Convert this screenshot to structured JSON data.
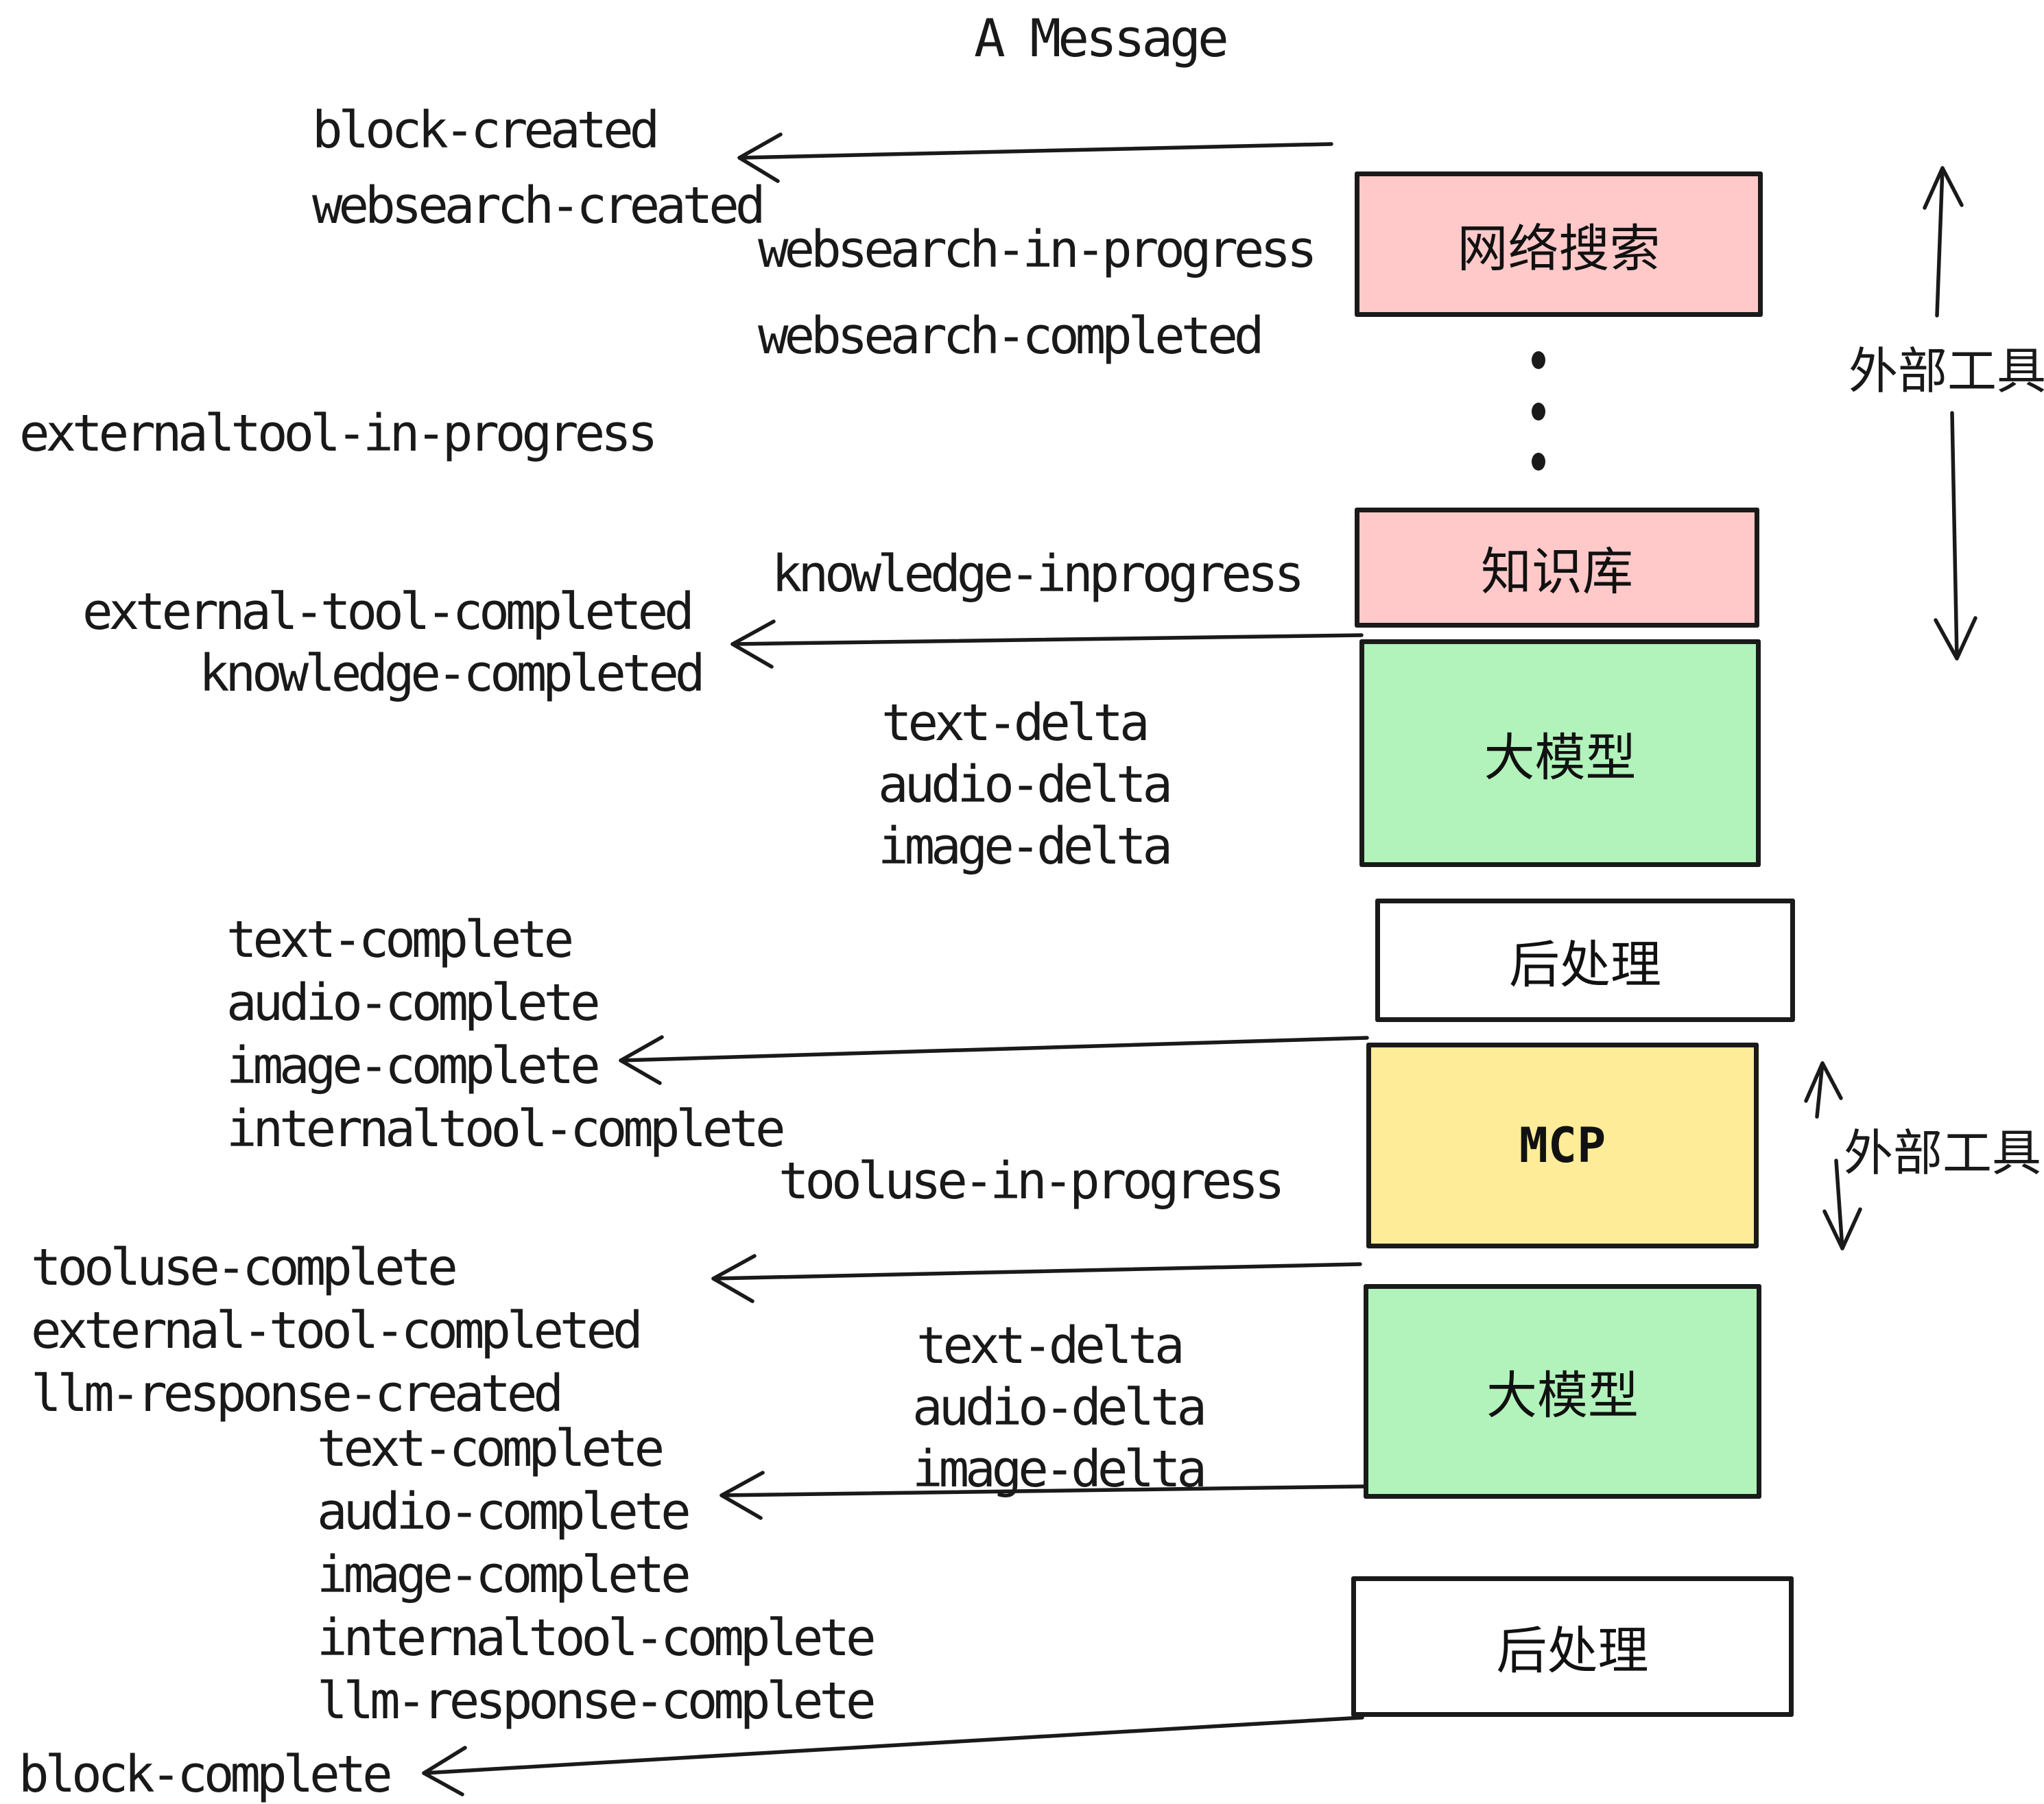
{
  "title": "A Message",
  "events": {
    "block_created": "block-created",
    "websearch_created": "websearch-created",
    "websearch_in_progress": "websearch-in-progress",
    "websearch_completed": "websearch-completed",
    "externaltool_in_progress": "externaltool-in-progress",
    "knowledge_inprogress": "knowledge-inprogress",
    "external_tool_completed_1": "external-tool-completed",
    "knowledge_completed": "knowledge-completed",
    "text_delta_1": "text-delta",
    "audio_delta_1": "audio-delta",
    "image_delta_1": "image-delta",
    "text_complete_1": "text-complete",
    "audio_complete_1": "audio-complete",
    "image_complete_1": "image-complete",
    "internaltool_complete_1": "internaltool-complete",
    "tooluse_in_progress": "tooluse-in-progress",
    "tooluse_complete": "tooluse-complete",
    "external_tool_completed_2": "external-tool-completed",
    "llm_response_created": "llm-response-created",
    "text_complete_2": "text-complete",
    "audio_complete_2": "audio-complete",
    "image_complete_2": "image-complete",
    "internaltool_complete_2": "internaltool-complete",
    "llm_response_complete": "llm-response-complete",
    "block_complete": "block-complete"
  },
  "boxes": {
    "websearch": "网络搜索",
    "knowledge": "知识库",
    "llm_1": "大模型",
    "post_1": "后处理",
    "mcp": "MCP",
    "llm_2": "大模型",
    "post_2": "后处理"
  },
  "annotations": {
    "external_tools_1": "外部工具",
    "external_tools_2": "外部工具"
  },
  "colors": {
    "box_pink": "#ffc9c9",
    "box_green": "#b2f2bb",
    "box_yellow": "#ffec99",
    "box_white": "#ffffff",
    "stroke": "#1a1a1a"
  }
}
